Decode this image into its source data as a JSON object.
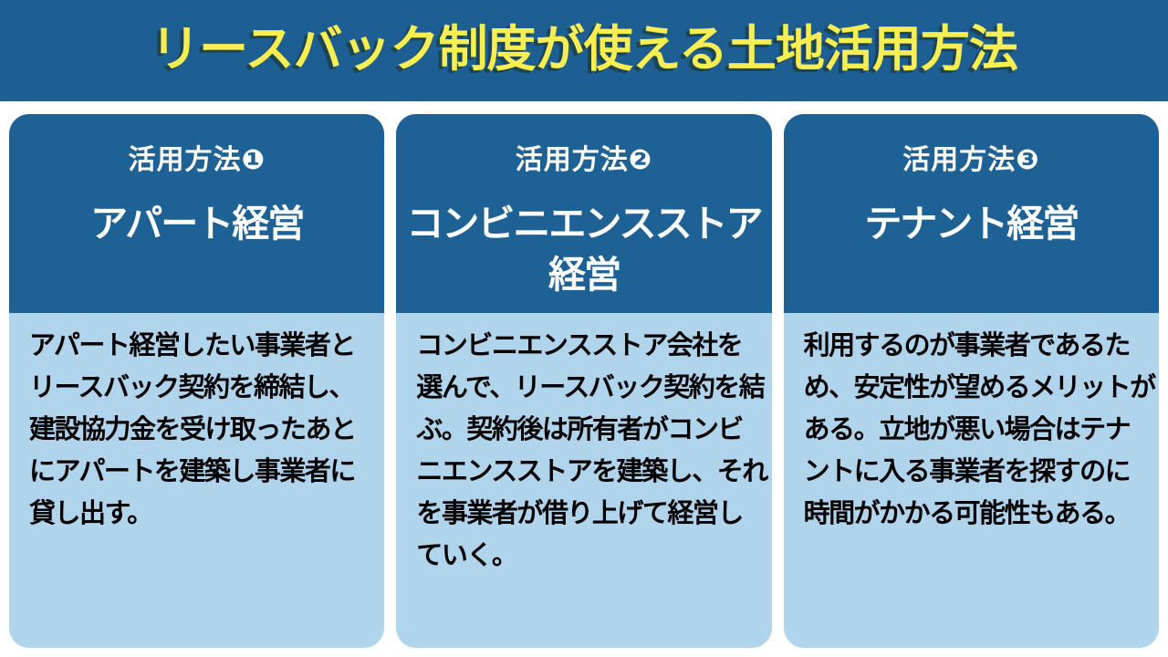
{
  "header": {
    "title": "リースバック制度が使える土地活用方法"
  },
  "colors": {
    "band_bg": "#1d5f93",
    "card_header_bg": "#1e6195",
    "card_body_bg": "#b0d4ec",
    "title_yellow": "#f8ee52",
    "header_text": "#ffffff",
    "body_text": "#000000",
    "page_bg": "#ffffff"
  },
  "cards": [
    {
      "label": "活用方法❶",
      "title": "アパート経営",
      "body": "アパート経営したい事業者と\nリースバック契約を締結し、\n建設協力金を受け取ったあと\nにアパートを建築し事業者に\n貸し出す。"
    },
    {
      "label": "活用方法❷",
      "title": "コンビニエンスストア\n経営",
      "body": "コンビニエンスストア会社を\n選んで、リースバック契約を結\nぶ。契約後は所有者がコンビ\nニエンスストアを建築し、それ\nを事業者が借り上げて経営し\nていく。"
    },
    {
      "label": "活用方法❸",
      "title": "テナント経営",
      "body": "利用するのが事業者であるた\nめ、安定性が望めるメリットが\nある。立地が悪い場合はテナ\nントに入る事業者を探すのに\n時間がかかる可能性もある。"
    }
  ]
}
